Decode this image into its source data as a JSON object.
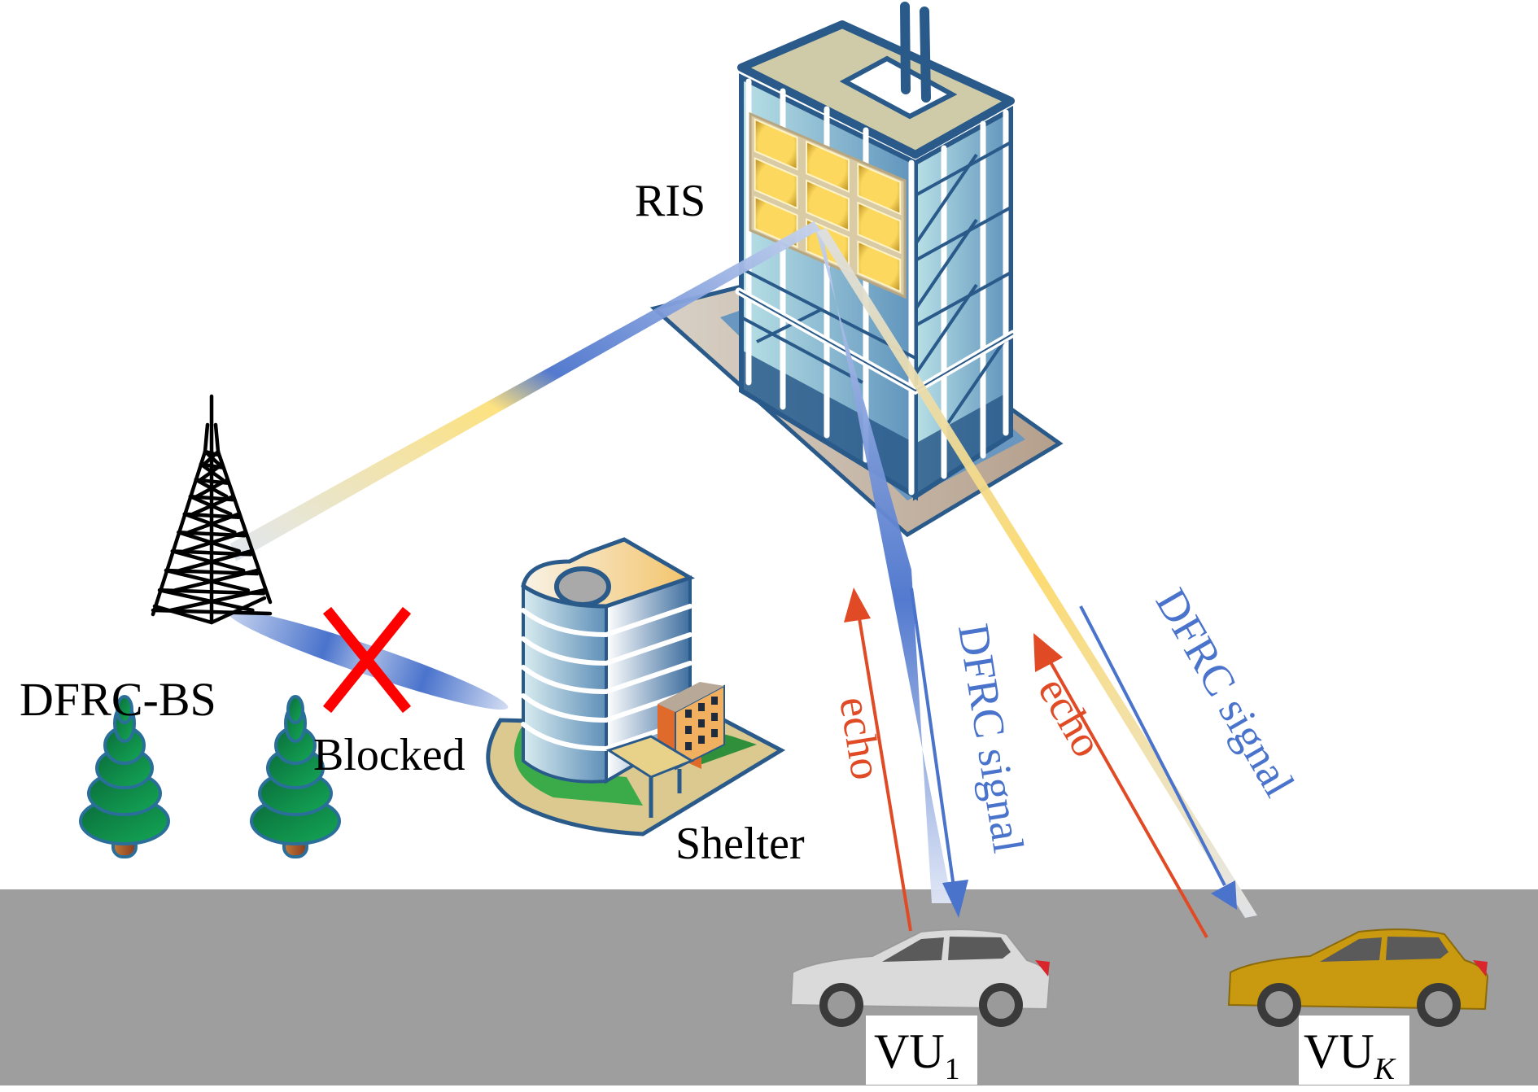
{
  "labels": {
    "ris": "RIS",
    "bs": "DFRC-BS",
    "blocked": "Blocked",
    "shelter": "Shelter",
    "echo_1": "echo",
    "signal_1": "DFRC signal",
    "echo_k": "echo",
    "signal_k": "DFRC signal",
    "vu1_main": "VU",
    "vu1_sub": "1",
    "vuk_main": "VU",
    "vuk_sub": "K"
  },
  "colors": {
    "road": "#9e9e9e",
    "beam_blue": "#4a73cc",
    "beam_yellow": "#fcd96a",
    "echo_red": "#e04a25",
    "signal_blue": "#4a73cc",
    "blocked_x": "#ff0000",
    "building_outline": "#2a5a8a",
    "ris_panel": "#f5d15a",
    "car_1": "#d8d8d8",
    "car_k": "#c99a12",
    "tree": "#11894a"
  }
}
